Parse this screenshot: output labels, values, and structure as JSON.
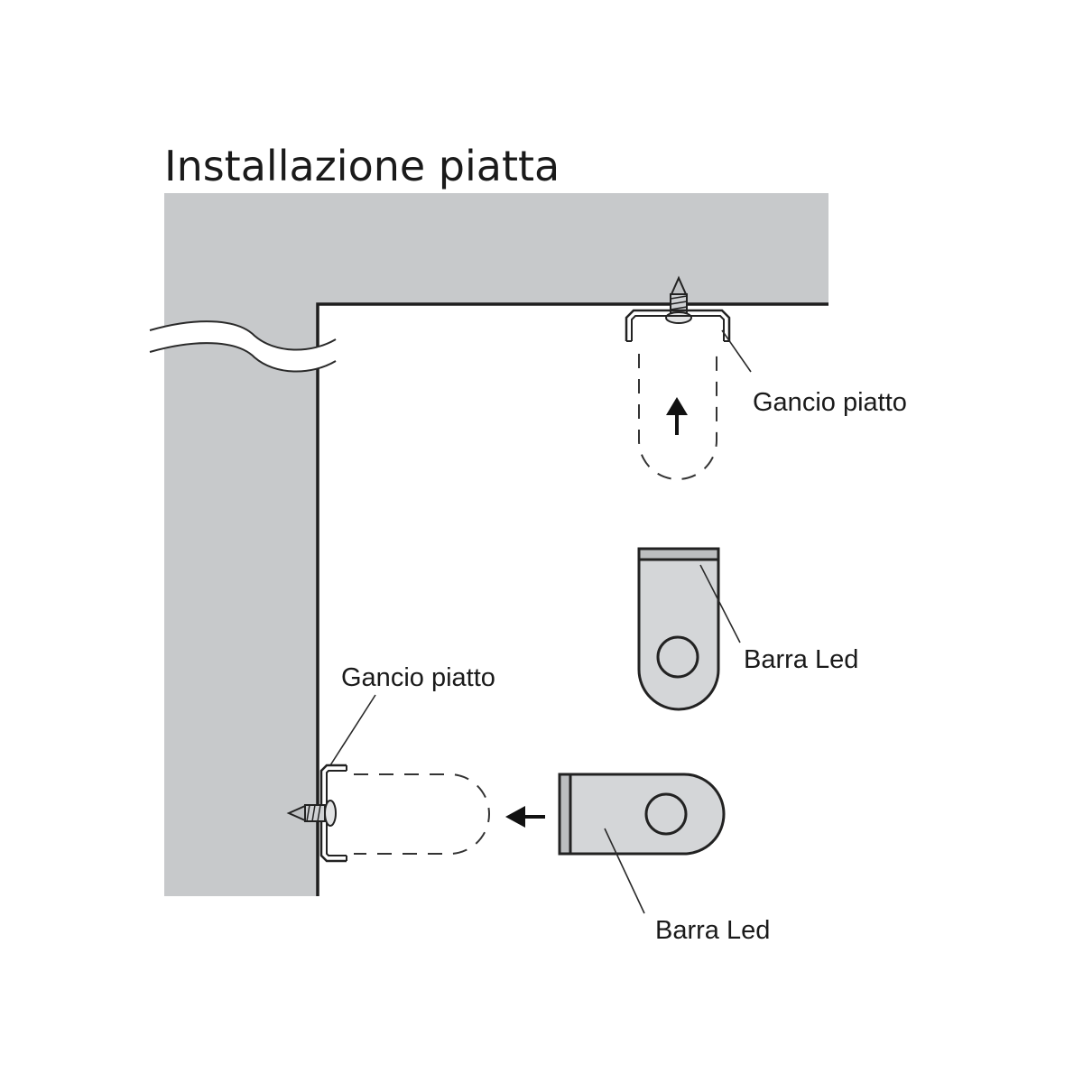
{
  "title": "Installazione piatta",
  "labels": {
    "hook_top": "Gancio piatto",
    "bar_top": "Barra Led",
    "hook_left": "Gancio piatto",
    "bar_bottom": "Barra Led"
  },
  "colors": {
    "wall": "#c7c9cb",
    "bar_fill": "#d4d6d8",
    "outline": "#222222"
  },
  "icons": {
    "arrow_up": "arrow-up-icon",
    "arrow_left": "arrow-left-icon",
    "screw": "screw-icon"
  }
}
